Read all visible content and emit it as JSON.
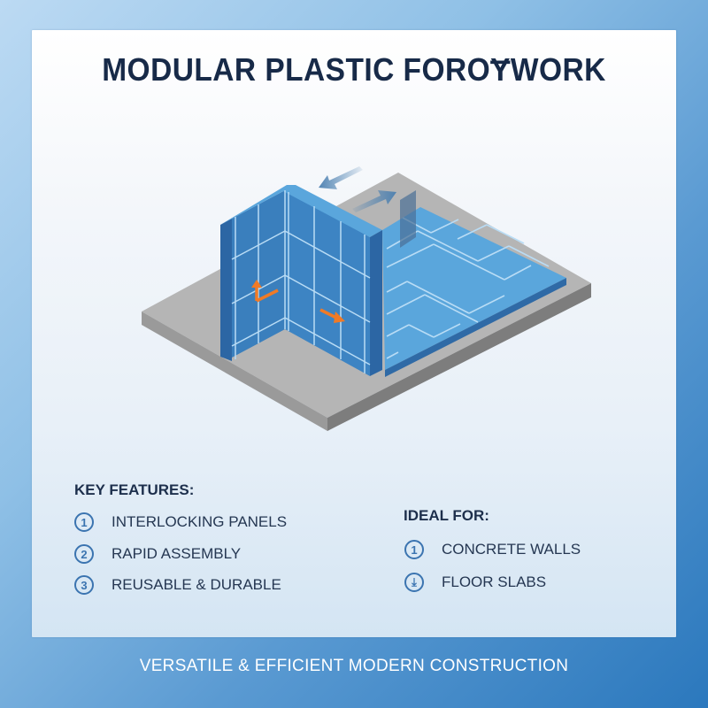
{
  "title": "MODULAR PLASTIC FOROɎWORK",
  "illustration": {
    "description": "Isometric view of blue modular plastic formwork panels: an L-shaped wall corner and a floor slab of interlocking panels on a grey concrete base, with directional assembly arrows",
    "colors": {
      "panel_blue": "#3a7fbd",
      "panel_light": "#5aa6dc",
      "panel_edge": "#2c66a4",
      "grid_line": "#b9dcf5",
      "concrete_top": "#b3b3b3",
      "concrete_side": "#8f8f8f",
      "arrow_orange": "#f07a26",
      "arrow_blue": "#4a7fb0"
    }
  },
  "key_features": {
    "heading": "KEY FEATURES:",
    "items": [
      {
        "badge": "1",
        "icon": "number-1-circle-icon",
        "label": "INTERLOCKING PANELS"
      },
      {
        "badge": "2",
        "icon": "number-2-circle-icon",
        "label": "RAPID ASSEMBLY"
      },
      {
        "badge": "3",
        "icon": "number-3-circle-icon",
        "label": "REUSABLE & DURABLE"
      }
    ]
  },
  "ideal_for": {
    "heading": "IDEAL FOR:",
    "items": [
      {
        "badge": "1",
        "icon": "number-1-circle-icon",
        "label": "CONCRETE WALLS"
      },
      {
        "badge": "⤓",
        "icon": "download-circle-icon",
        "label": "FLOOR SLABS"
      }
    ]
  },
  "footer": {
    "tagline": "VERSATILE & EFFICIENT MODERN CONSTRUCTION"
  },
  "colors": {
    "title": "#172a48",
    "accent": "#3b74b0",
    "background_light": "#bcdaf3",
    "background_dark": "#2b78bd"
  }
}
